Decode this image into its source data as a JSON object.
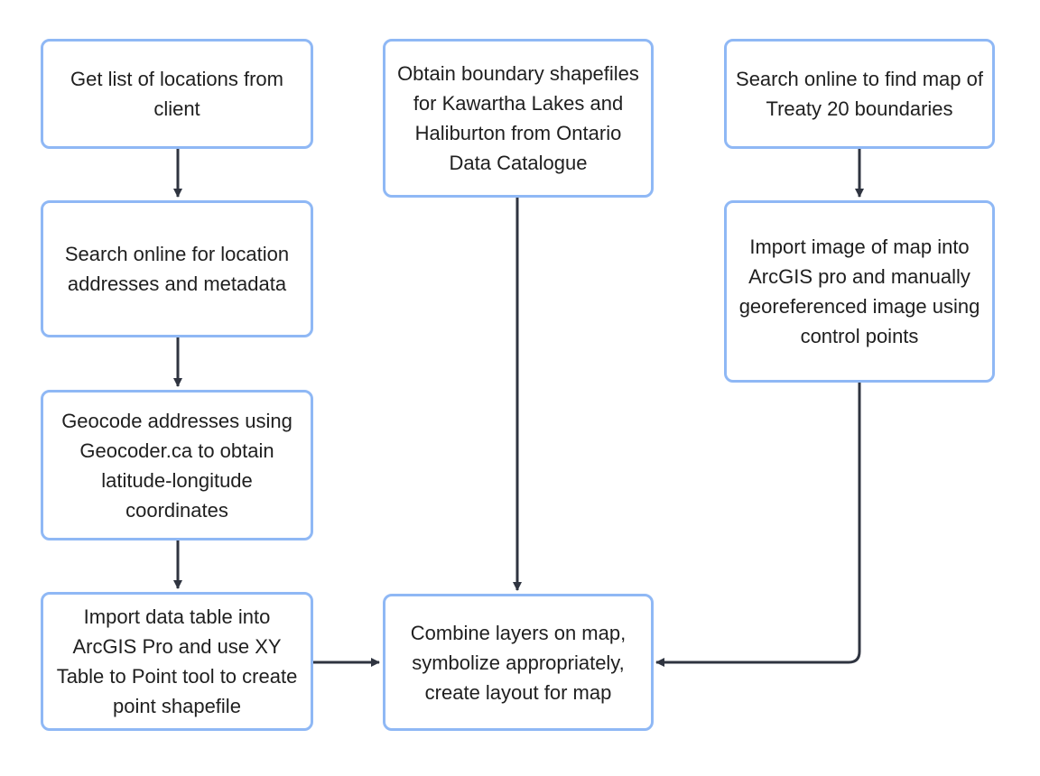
{
  "colors": {
    "node_border": "#8fb8f5",
    "node_fill": "#ffffff",
    "edge": "#2f3440",
    "text": "#1f1f1f"
  },
  "nodes": {
    "get_list": "Get list of locations from client",
    "search_addresses": "Search online for location addresses and metadata",
    "geocode": "Geocode addresses using Geocoder.ca to obtain latitude-longitude coordinates",
    "import_table": "Import data table into ArcGIS Pro and use XY Table to Point tool to create point shapefile",
    "obtain_boundary": "Obtain boundary shapefiles for Kawartha Lakes and Haliburton from Ontario Data Catalogue",
    "search_treaty": "Search online to find map of Treaty 20 boundaries",
    "import_image": "Import image of map into ArcGIS pro and manually georeferenced image using control points",
    "combine_layers": "Combine layers on map, symbolize appropriately, create layout for map"
  },
  "edges": [
    {
      "from": "get_list",
      "to": "search_addresses"
    },
    {
      "from": "search_addresses",
      "to": "geocode"
    },
    {
      "from": "geocode",
      "to": "import_table"
    },
    {
      "from": "import_table",
      "to": "combine_layers"
    },
    {
      "from": "obtain_boundary",
      "to": "combine_layers"
    },
    {
      "from": "search_treaty",
      "to": "import_image"
    },
    {
      "from": "import_image",
      "to": "combine_layers"
    }
  ]
}
